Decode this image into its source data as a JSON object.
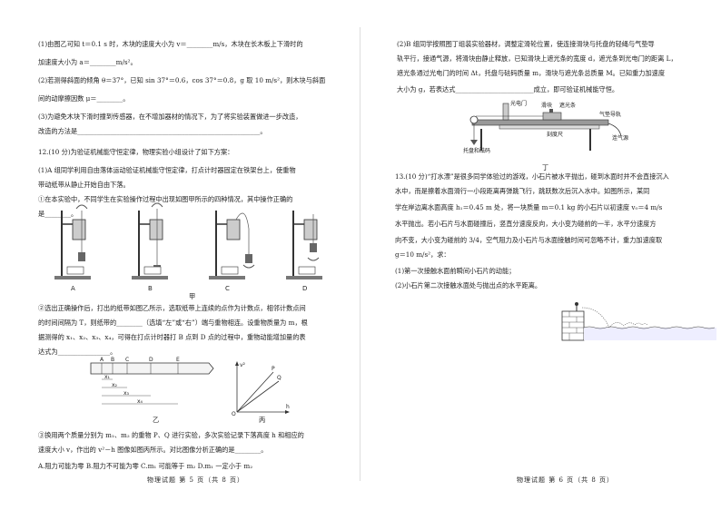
{
  "left": {
    "lines": [
      "(1)由图乙可知 t＝0.1 s 时，木块的速度大小为 v＝________m/s，木块在长木板上下滑时的",
      "加速度大小为 a＝________m/s²。",
      "(2)若测得斜面的倾角 θ＝37°，已知 sin 37°＝0.6，cos 37°＝0.8，g 取 10 m/s²，则木块与斜面",
      "间的动摩擦因数 μ＝________。",
      "(3)为避免木块下滑时撞到传感器，在不增加器材的情况下，为了将实验装置做进一步改造，",
      "改造的方法是________________________________________________________。",
      "12.(10 分)为验证机械能守恒定律，物理实验小组设计了如下方案：",
      "(1)A 组同学利用自由落体运动验证机械能守恒定律，打点计时器固定在铁架台上，使重物",
      "带动纸带从静止开始自由下落。",
      "①在本实验中，不同学生在实验操作过程中出现如图甲所示的四种情况，其中操作正确的",
      "是________。",
      "②选出正确操作后，打出的纸带如图乙所示，选取纸带上连续的点作为计数点，相邻计数点间",
      "的时间间隔为 T，则纸带的________（选填“左”或“右”）端与重物相连。设重物质量为 m，根",
      "据测得的 x₁、x₂、x₃、x₄，可得在打点计时器打 B 点到 D 点的过程中，重物动能增加量的表",
      "达式为________________。",
      "③换用两个质量分别为 m₁、m₂ 的重物 P、Q 进行实验，多次实验记录下落高度 h 和相应的",
      "速度大小 v，作出的 v²－h 图像如图丙所示。对比图像分析正确的是________。",
      "A.阻力可能为零        B.阻力不可能为零        C.m₁ 可能等于 m₂        D.m₁ 一定小于 m₂"
    ],
    "fig_labels": {
      "A": "A",
      "B": "B",
      "C": "C",
      "D": "D",
      "jia": "甲",
      "yi": "乙",
      "bing": "丙"
    },
    "tape_points": [
      "A",
      "B",
      "C",
      "D",
      "E"
    ],
    "tape_dims": [
      "x₁",
      "x₂",
      "x₃",
      "x₄"
    ],
    "graph": {
      "ylabel": "v²",
      "xlabel": "h",
      "origin": "O",
      "series": [
        "P",
        "Q"
      ]
    },
    "footer": "物理试题  第 5 页（共 8 页）"
  },
  "right": {
    "lines_top": [
      "(2)B 组同学按照图丁组装实验器材，调整定滑轮位置，使连接滑块与托盘的轻绳与气垫导",
      "轨平行，接通气源，将滑块由静止释放，已知滑块上遮光条的宽度 d，遮光条到光电门的距离 L，",
      "遮光条通过光电门的时间 Δt，托盘与砝码质量 m，滑块与遮光条总质量 M。已知重力加速度",
      "大小为 g，若表达式________________________成立，即可验证机械能守恒。"
    ],
    "fig_ding": {
      "gate": "光电门",
      "slider": "滑块",
      "strip": "遮光条",
      "air_rail": "气垫导轨",
      "to_source": "连气源",
      "ruler": "刻度尺",
      "tray": "托盘和砝码",
      "caption": "丁"
    },
    "lines_q13": [
      "13.(10 分)“打水漂”是很多同学体验过的游戏，小石片被水平抛出，碰到水面时并不会直接沉入",
      "水中，而是擦着水面滑行一小段距离再弹跳飞行，跳跃数次后沉入水中。如图所示，某同",
      "学在岸边离水面高度 h₁＝0.45 m 处，将一块质量 m＝0.1 kg 的小石片以初速度 v₀＝4 m/s",
      "水平抛出。若小石片与水面碰撞后，竖直分速度反向，大小变为碰前的一半，水平分速度方",
      "向不变，大小变为碰前的 3/4，空气阻力及小石片与水面接触时间可忽略不计，重力加速度取",
      "g＝10 m/s²，求：",
      "(1)第一次接触水面前瞬间小石片的动能；",
      "(2)小石片第二次接触水面处与抛出点的水平距离。"
    ],
    "footer": "物理试题  第 6 页（共 8 页）"
  }
}
